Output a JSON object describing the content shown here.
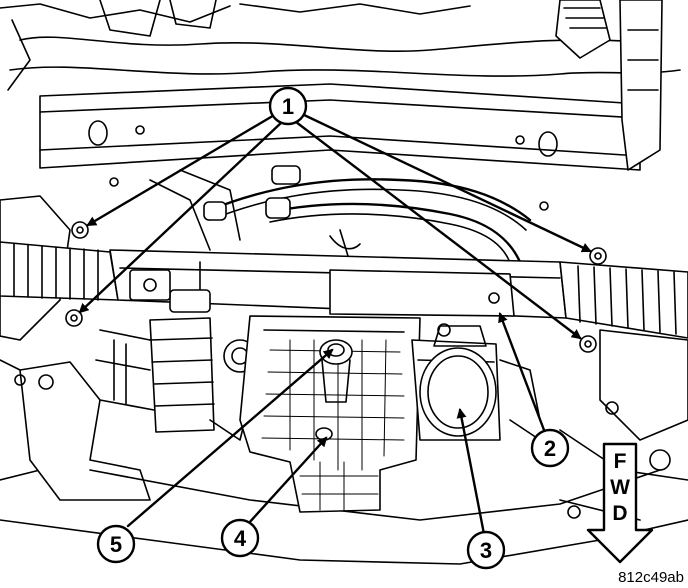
{
  "callouts": {
    "c1": "1",
    "c2": "2",
    "c3": "3",
    "c4": "4",
    "c5": "5"
  },
  "fwd": {
    "f": "F",
    "w": "W",
    "d": "D"
  },
  "reference_code": "812c49ab"
}
